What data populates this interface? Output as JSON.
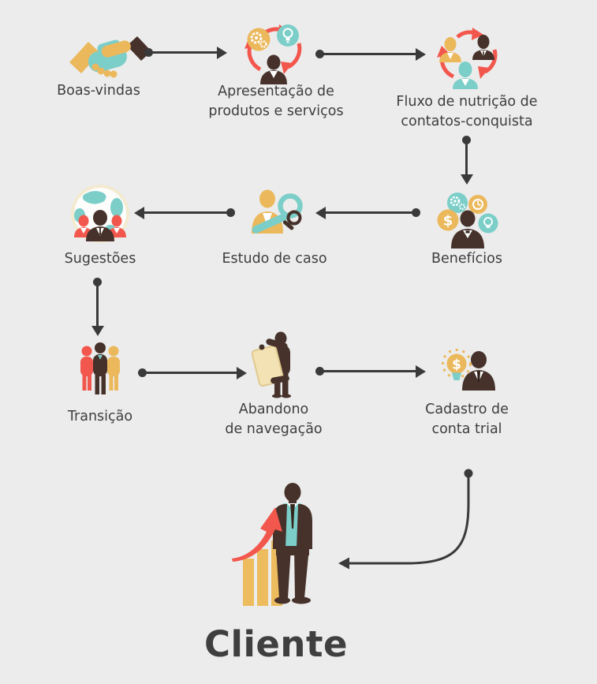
{
  "palette": {
    "background": "#ECECEC",
    "text": "#3E3E3E",
    "arrow": "#3A3A3A",
    "gold": "#EBB85C",
    "teal": "#7CCEC9",
    "red": "#F2574D",
    "brown": "#46322B",
    "cream": "#F2E2B4"
  },
  "title": "Cliente",
  "nodes": [
    {
      "id": "boas-vindas",
      "icon": "handshake-icon",
      "lines": [
        "Boas-vindas"
      ]
    },
    {
      "id": "apresentacao",
      "icon": "presentation-cycle-icon",
      "lines": [
        "Apresentação de",
        "produtos e serviços"
      ]
    },
    {
      "id": "fluxo-nutricao",
      "icon": "contacts-cycle-icon",
      "lines": [
        "Fluxo de nutrição de",
        "contatos-conquista"
      ]
    },
    {
      "id": "beneficios",
      "icon": "benefits-icon",
      "lines": [
        "Benefícios"
      ]
    },
    {
      "id": "estudo-de-caso",
      "icon": "case-study-icon",
      "lines": [
        "Estudo de caso"
      ]
    },
    {
      "id": "sugestoes",
      "icon": "suggestions-globe-icon",
      "lines": [
        "Sugestões"
      ]
    },
    {
      "id": "transicao",
      "icon": "transition-people-icon",
      "lines": [
        "Transição"
      ]
    },
    {
      "id": "abandono",
      "icon": "navigation-abandon-icon",
      "lines": [
        "Abandono",
        "de navegação"
      ]
    },
    {
      "id": "cadastro",
      "icon": "trial-account-icon",
      "lines": [
        "Cadastro de",
        "conta trial"
      ]
    }
  ],
  "connectors": [
    {
      "from": "boas-vindas",
      "to": "apresentacao"
    },
    {
      "from": "apresentacao",
      "to": "fluxo-nutricao"
    },
    {
      "from": "fluxo-nutricao",
      "to": "beneficios"
    },
    {
      "from": "beneficios",
      "to": "estudo-de-caso"
    },
    {
      "from": "estudo-de-caso",
      "to": "sugestoes"
    },
    {
      "from": "sugestoes",
      "to": "transicao"
    },
    {
      "from": "transicao",
      "to": "abandono"
    },
    {
      "from": "abandono",
      "to": "cadastro"
    },
    {
      "from": "cadastro",
      "to": "cliente"
    }
  ]
}
